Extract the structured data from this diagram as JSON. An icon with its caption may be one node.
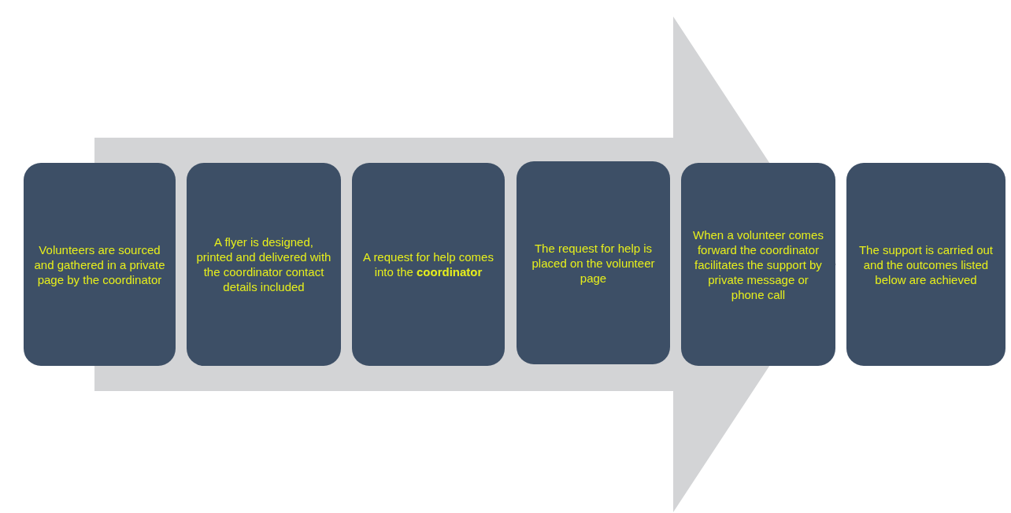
{
  "diagram": {
    "nodes": [
      {
        "text": [
          "Volunteers are sourced and gathered in a private page by the coordinator"
        ]
      },
      {
        "text": [
          "A flyer is designed, printed and delivered with the coordinator contact details included"
        ]
      },
      {
        "text": [
          "A request for help comes into the **coordinator**"
        ]
      },
      {
        "text": [
          "The request for help is placed on the volunteer page"
        ]
      },
      {
        "text": [
          "When a volunteer comes forward the coordinator facilitates the support by private message or phone call"
        ]
      },
      {
        "text": [
          "The support is carried out and the outcomes listed below are achieved"
        ]
      }
    ],
    "edges": [
      {
        "from": 0,
        "to": 5,
        "arrow": "to",
        "style": "thick"
      }
    ]
  }
}
